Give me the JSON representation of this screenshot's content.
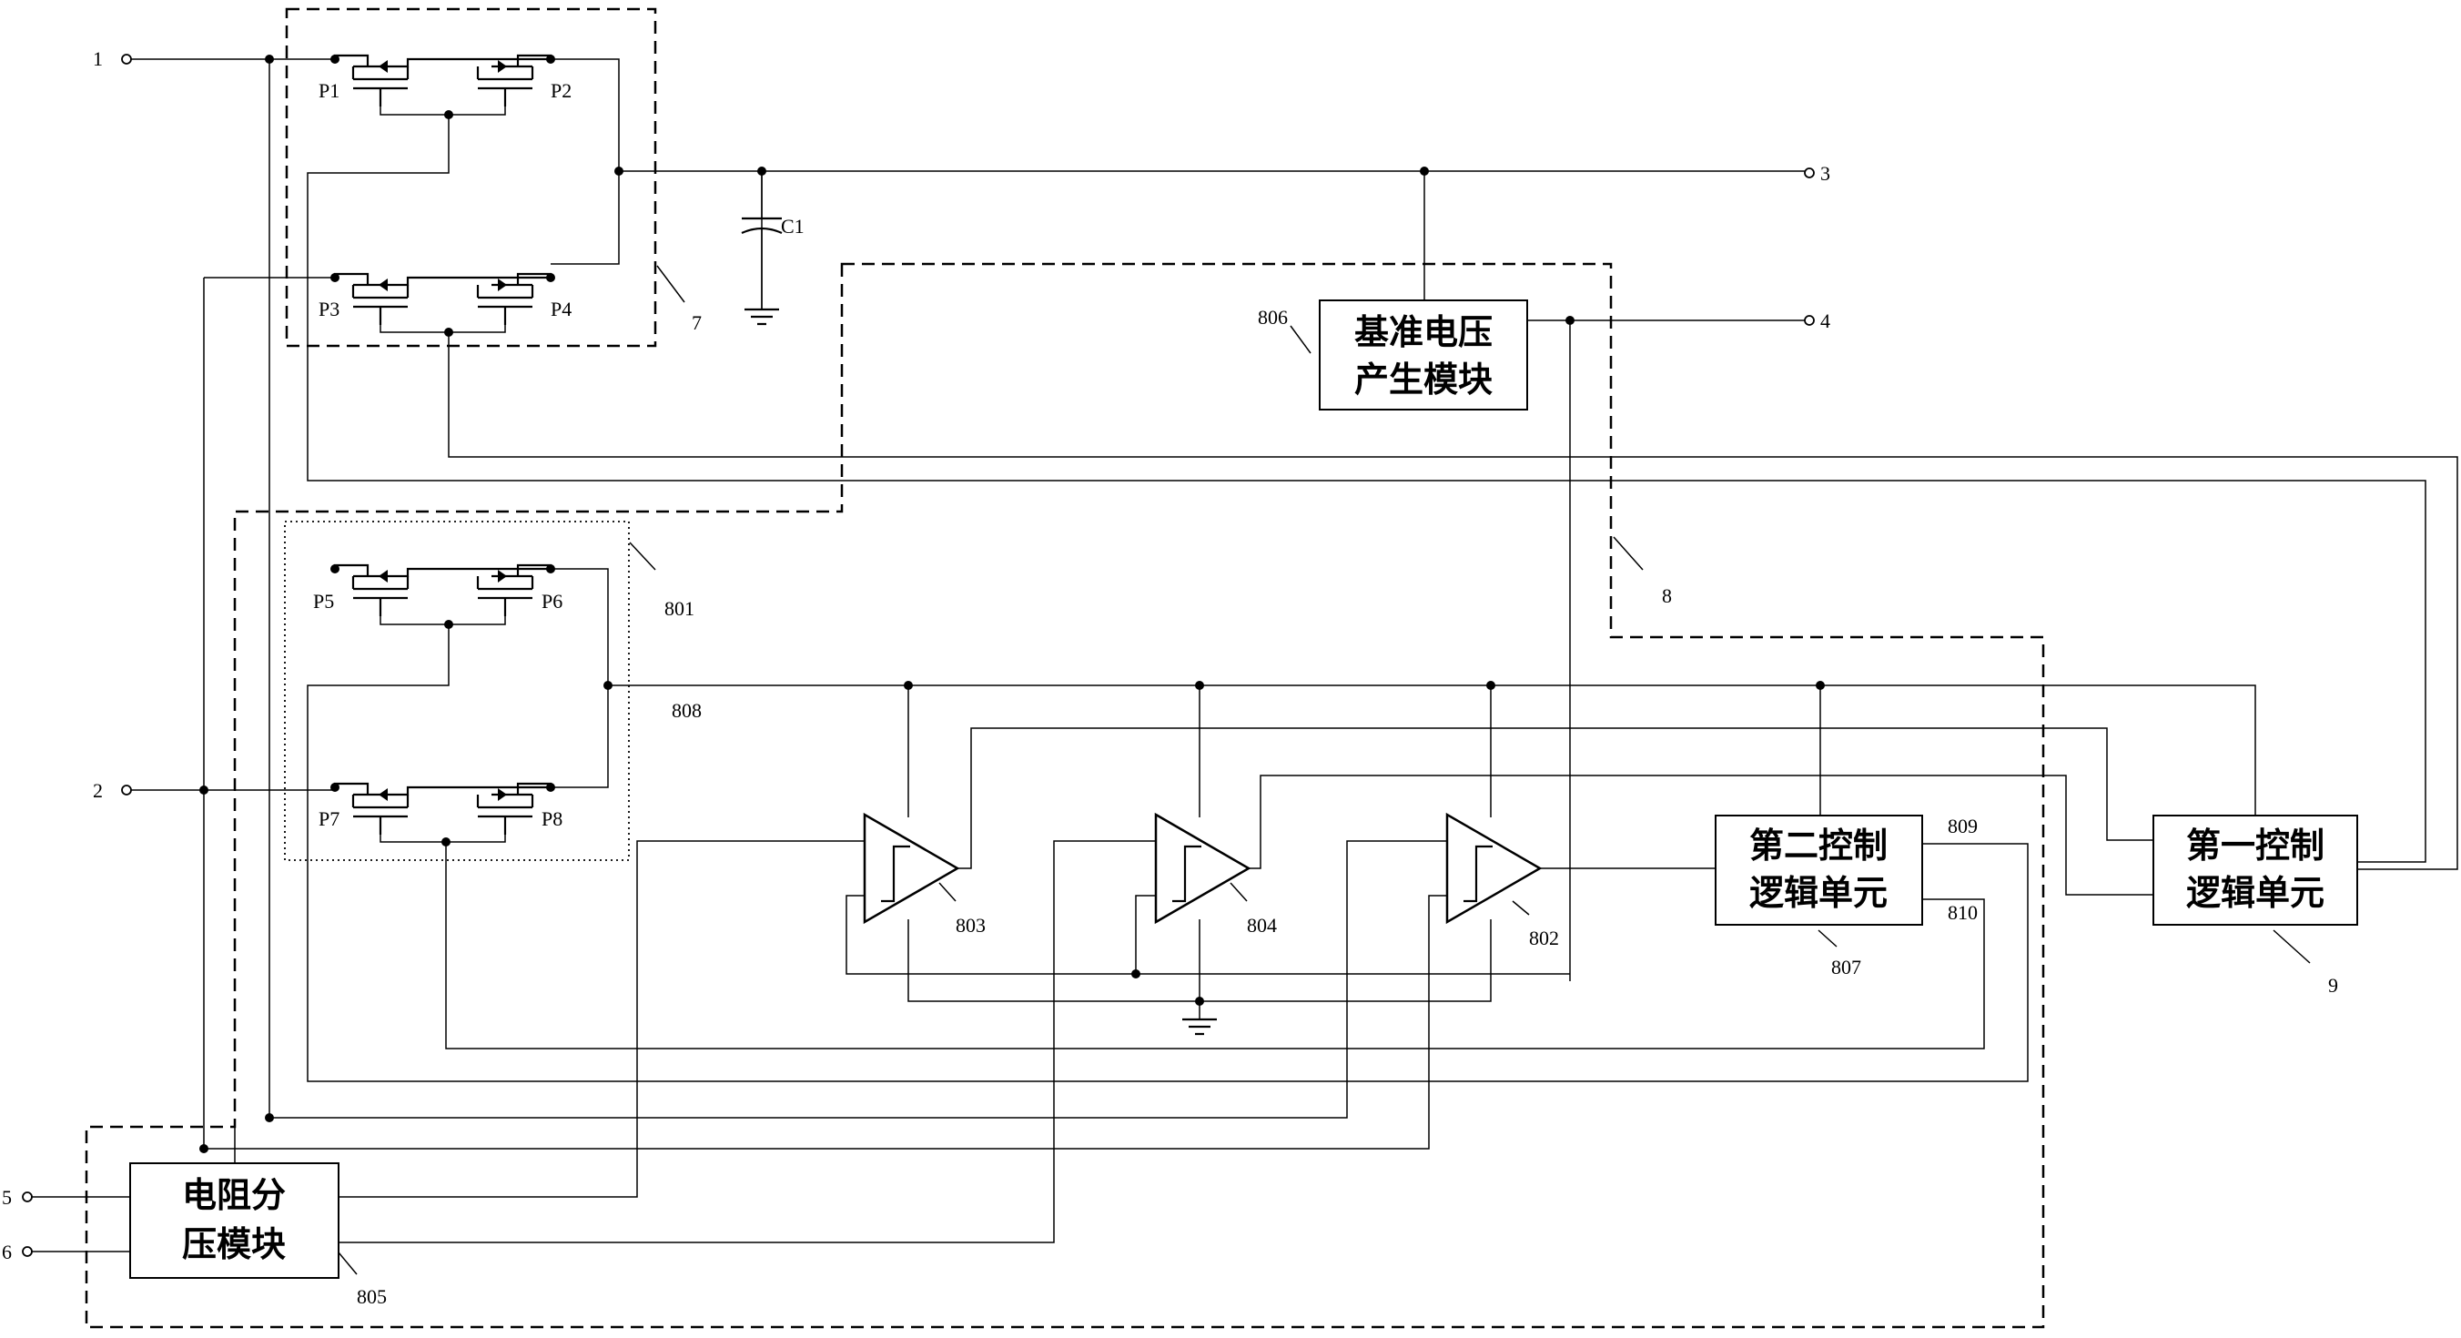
{
  "terminals": {
    "t1": "1",
    "t2": "2",
    "t3": "3",
    "t4": "4",
    "t5": "5",
    "t6": "6"
  },
  "transistors": {
    "p1": "P1",
    "p2": "P2",
    "p3": "P3",
    "p4": "P4",
    "p5": "P5",
    "p6": "P6",
    "p7": "P7",
    "p8": "P8"
  },
  "capacitor": "C1",
  "blocks": {
    "ref_voltage": {
      "line1": "基准电压",
      "line2": "产生模块"
    },
    "second_logic": {
      "line1": "第二控制",
      "line2": "逻辑单元"
    },
    "first_logic": {
      "line1": "第一控制",
      "line2": "逻辑单元"
    },
    "resistor_divider": {
      "line1": "电阻分",
      "line2": "压模块"
    }
  },
  "refs": {
    "r7": "7",
    "r8": "8",
    "r9": "9",
    "r801": "801",
    "r802": "802",
    "r803": "803",
    "r804": "804",
    "r805": "805",
    "r806": "806",
    "r807": "807",
    "r808": "808",
    "r809": "809",
    "r810": "810"
  }
}
